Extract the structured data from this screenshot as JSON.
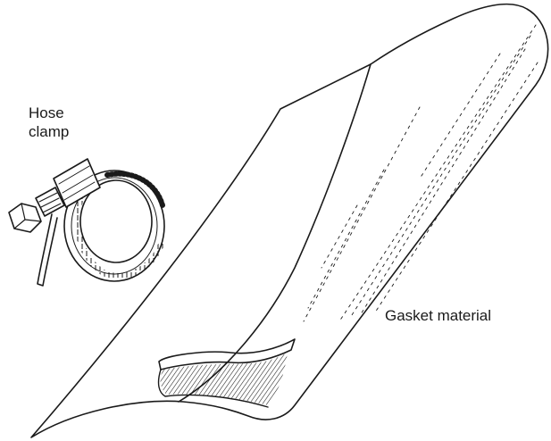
{
  "labels": {
    "hose_clamp_line1": "Hose",
    "hose_clamp_line2": "clamp",
    "gasket_material": "Gasket material"
  },
  "colors": {
    "ink": "#1a1a1a",
    "background": "#ffffff"
  }
}
